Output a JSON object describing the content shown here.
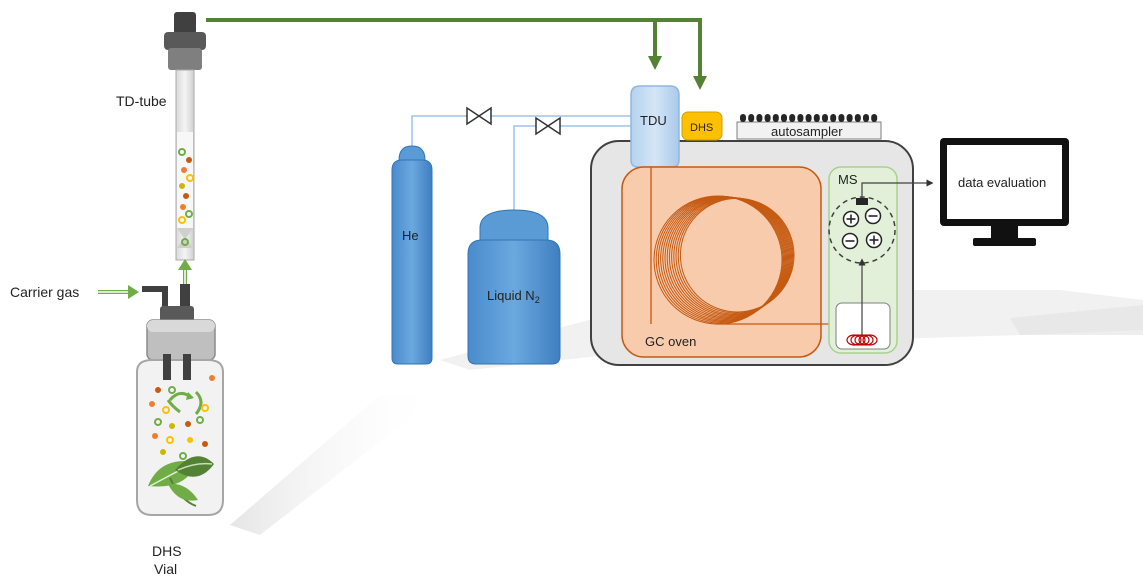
{
  "labels": {
    "td_tube": "TD-tube",
    "carrier_gas": "Carrier gas",
    "dhs_vial_line1": "DHS",
    "dhs_vial_line2": "Vial",
    "he": "He",
    "liquid_n2_main": "Liquid N",
    "liquid_n2_sub": "2",
    "tdu": "TDU",
    "dhs": "DHS",
    "autosampler": "autosampler",
    "gc_oven": "GC oven",
    "ms": "MS",
    "data_evaluation": "data evaluation"
  },
  "colors": {
    "green_arrow": "#548235",
    "light_green_arrow": "#70ad47",
    "cylinder_blue": "#5b9bd5",
    "cylinder_blue_dark": "#2e75b6",
    "tdu_blue": "#bdd7ee",
    "dhs_orange": "#ffc000",
    "instrument_gray": "#ededed",
    "gc_oven_fill": "#f8cbad",
    "coil_color": "#c55a11",
    "ms_fill": "#e2f0d9",
    "ms_border": "#a9d18e",
    "monitor": "#111111",
    "leaf": "#70ad47",
    "leaf_dark": "#548235"
  },
  "icons": [
    "valve-icon",
    "plus-ion-icon",
    "minus-ion-icon",
    "leaf-icon",
    "monitor-icon"
  ]
}
